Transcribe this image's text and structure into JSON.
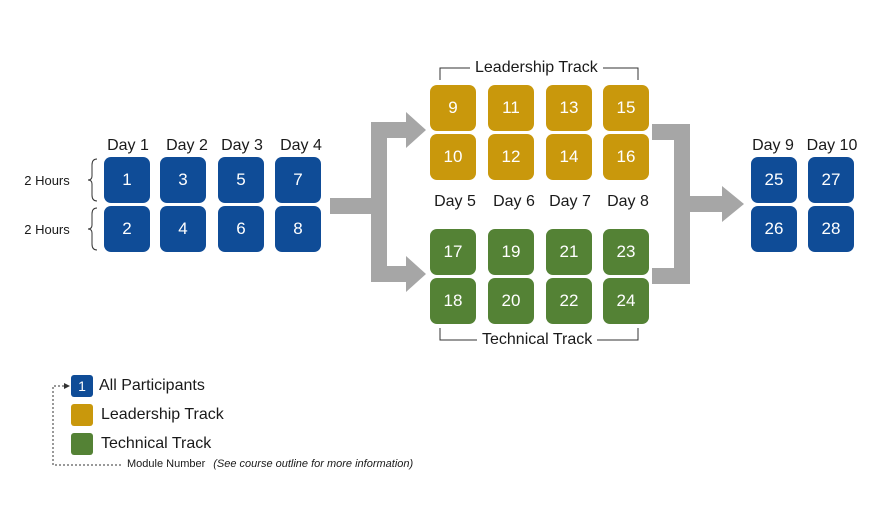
{
  "hours_labels": [
    "2 Hours",
    "2 Hours"
  ],
  "days_intro": [
    "Day 1",
    "Day 2",
    "Day 3",
    "Day 4"
  ],
  "days_tracks": [
    "Day 5",
    "Day 6",
    "Day 7",
    "Day 8"
  ],
  "days_final": [
    "Day 9",
    "Day 10"
  ],
  "intro_modules": {
    "row1": [
      "1",
      "3",
      "5",
      "7"
    ],
    "row2": [
      "2",
      "4",
      "6",
      "8"
    ]
  },
  "leadership_track": {
    "title": "Leadership Track",
    "row1": [
      "9",
      "11",
      "13",
      "15"
    ],
    "row2": [
      "10",
      "12",
      "14",
      "16"
    ]
  },
  "technical_track": {
    "title": "Technical Track",
    "row1": [
      "17",
      "19",
      "21",
      "23"
    ],
    "row2": [
      "18",
      "20",
      "22",
      "24"
    ]
  },
  "final_modules": {
    "row1": [
      "25",
      "27"
    ],
    "row2": [
      "26",
      "28"
    ]
  },
  "legend": {
    "sample_number": "1",
    "all_participants": "All Participants",
    "leadership": "Leadership Track",
    "technical": "Technical Track",
    "module_number": "Module Number",
    "module_note": "(See course outline for more information)"
  },
  "colors": {
    "blue": "#0f4c97",
    "gold": "#c9980c",
    "green": "#548235",
    "arrow": "#a6a6a6"
  }
}
